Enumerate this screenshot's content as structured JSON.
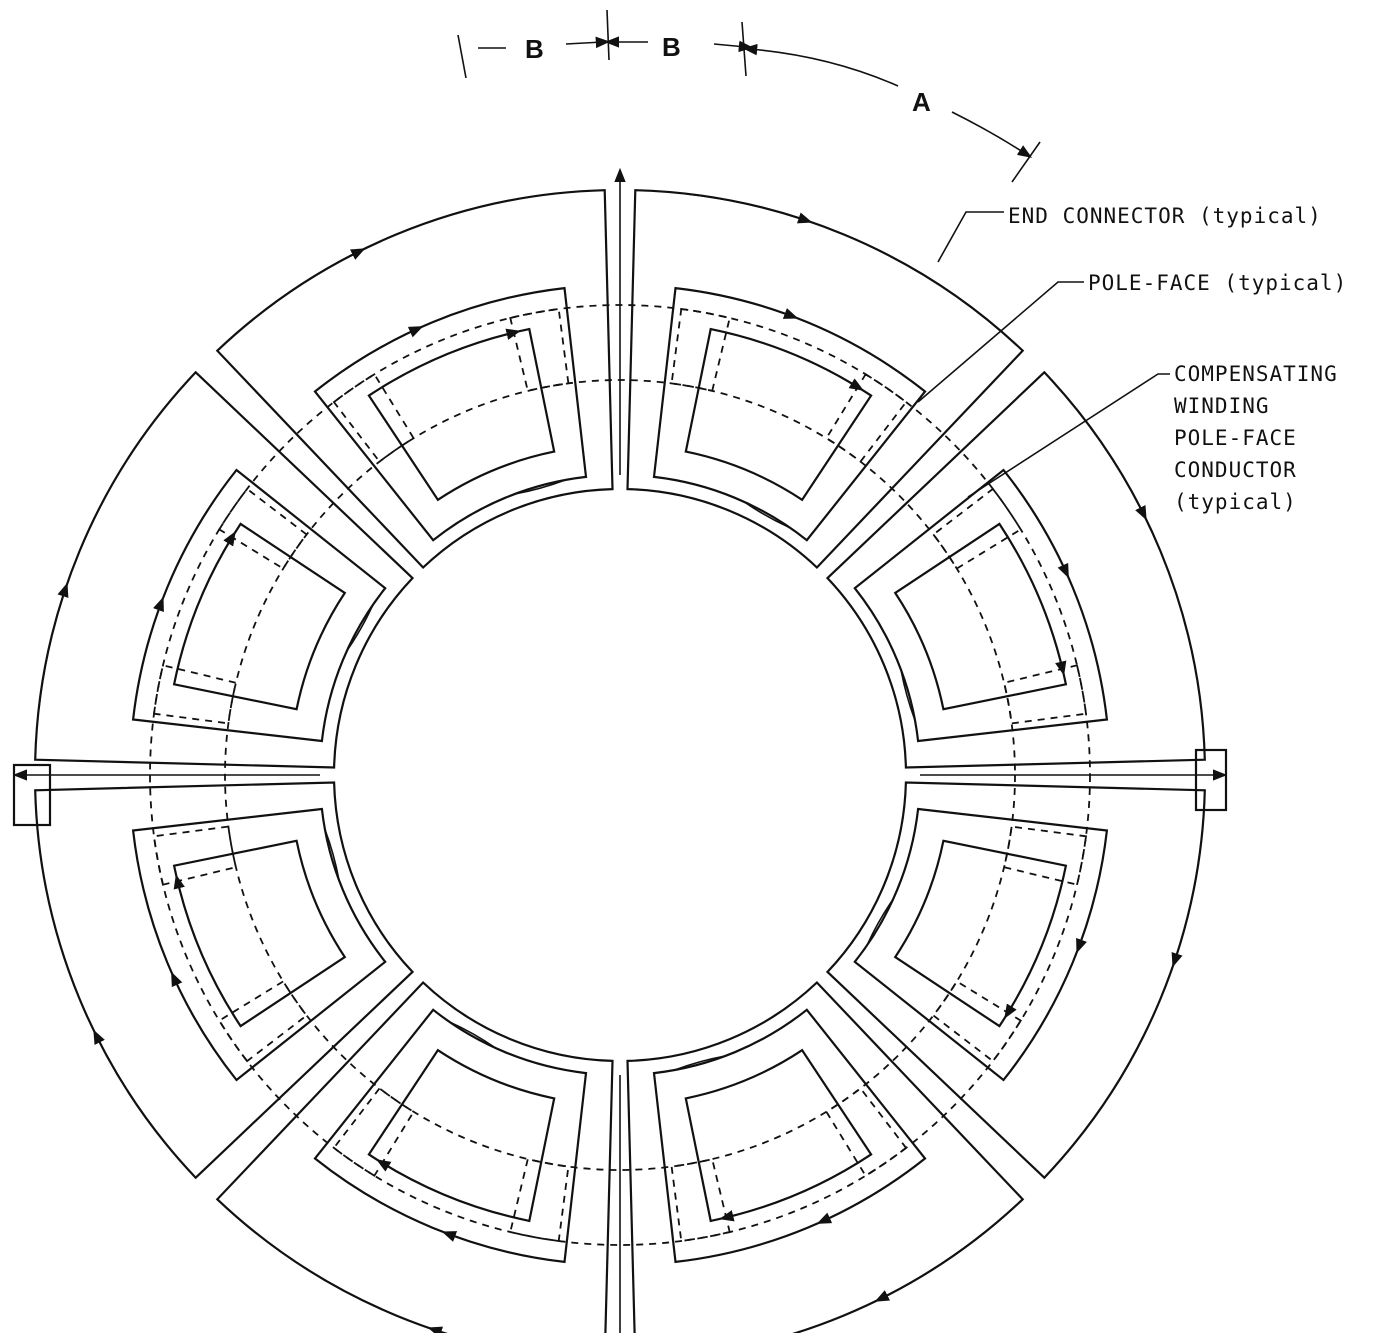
{
  "labels": {
    "end_connector": "END CONNECTOR  (typical)",
    "pole_face": "POLE-FACE (typical)",
    "compensating": [
      "COMPENSATING",
      "WINDING",
      "POLE-FACE",
      "CONDUCTOR",
      "(typical)"
    ]
  },
  "dimensions": {
    "b_left": "B",
    "b_right": "B",
    "a": "A"
  }
}
